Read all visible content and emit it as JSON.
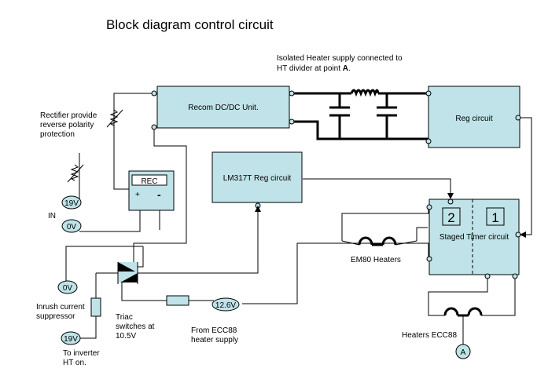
{
  "title": "Block diagram control circuit",
  "annotations": {
    "isolated_line1": "Isolated Heater supply connected to",
    "isolated_line2": "HT divider at point ",
    "isolated_point": "A",
    "isolated_end": ".",
    "rectifier_line1": "Rectifier provide",
    "rectifier_line2": "reverse polarity",
    "rectifier_line3": "protection",
    "in_label": "IN",
    "inrush_line1": "Inrush current",
    "inrush_line2": "suppressor",
    "triac_line1": "Triac",
    "triac_line2": "switches at",
    "triac_line3": "10.5V",
    "ecc88_supply_line1": "From ECC88",
    "ecc88_supply_line2": "heater supply",
    "inverter_line1": "To inverter",
    "inverter_line2": "HT on.",
    "em80_label": "EM80 Heaters",
    "heaters_ecc88": "Heaters ECC88"
  },
  "blocks": {
    "recom": "Recom DC/DC Unit.",
    "reg": "Reg circuit",
    "lm317": "LM317T Reg circuit",
    "rec": "REC",
    "rec_plus": "+",
    "rec_minus": "-",
    "timer": "Staged Timer circuit",
    "timer_stage1": "1",
    "timer_stage2": "2"
  },
  "terminals": {
    "v19_top": "19V",
    "v0_top": "0V",
    "v0_bottom": "0V",
    "v12_6": "12.6V",
    "v19_bottom": "19V",
    "point_a": "A"
  },
  "colors": {
    "block_fill": "#bfe3e8",
    "line": "#000000"
  }
}
